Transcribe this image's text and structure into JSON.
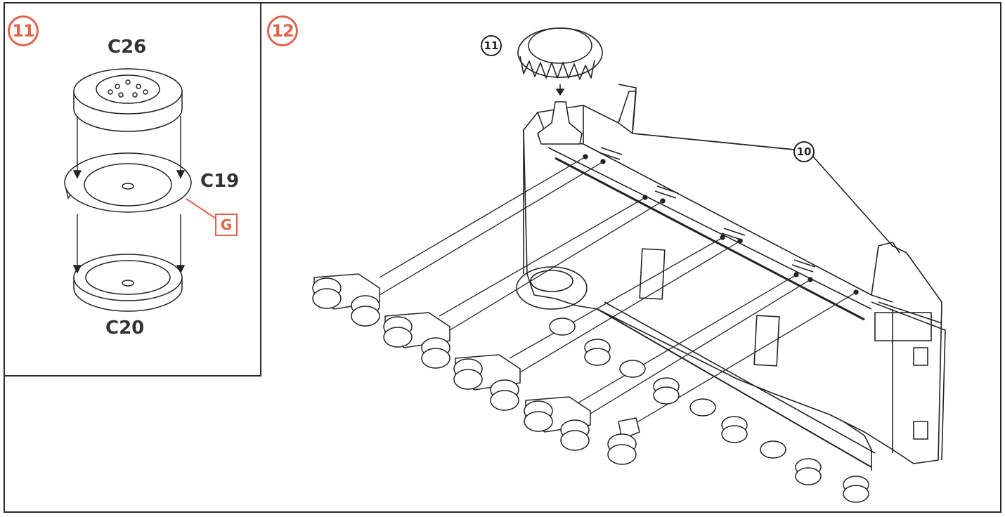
{
  "step_a": {
    "number": "11",
    "top_part": "C26",
    "middle_part": "C19",
    "bottom_part": "C20",
    "marker": "G"
  },
  "step_b": {
    "number": "12",
    "callout_top": "11",
    "callout_frame": "10"
  },
  "colors": {
    "accent": "#e0644e",
    "line": "#222222",
    "frame": "#2a2a2a"
  }
}
